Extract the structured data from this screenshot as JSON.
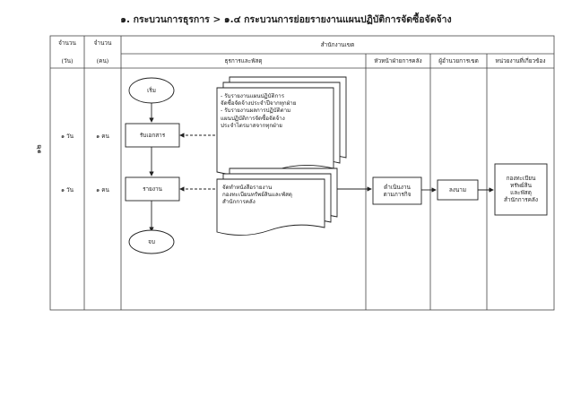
{
  "title": "๑. กระบวนการธุรการ > ๑.๔ กระบวนการย่อยรายงานแผนปฏิบัติการจัดซื้อจัดจ้าง",
  "side_number": "๑๒",
  "headers": {
    "days_line1": "จำนวน",
    "days_line2": "(วัน)",
    "people_line1": "จำนวน",
    "people_line2": "(คน)",
    "office": "สำนักงานเขต",
    "col_admin": "ธุรการและพัสดุ",
    "col_finance_head": "หัวหน้าฝ่ายการคลัง",
    "col_director": "ผู้อำนวยการเขต",
    "col_related": "หน่วยงานที่เกี่ยวข้อง"
  },
  "rows": [
    {
      "days": "๑ วัน",
      "people": "๑ คน"
    },
    {
      "days": "๑ วัน",
      "people": "๑ คน"
    }
  ],
  "flow": {
    "start": "เริ่ม",
    "receive": "รับเอกสาร",
    "report": "รายงาน",
    "end": "จบ",
    "doc1_lines": [
      "- รับรายงานแผนปฏิบัติการ",
      "  จัดซื้อจัดจ้างประจำปีจากทุกฝ่าย",
      "- รับรายงานผลการปฏิบัติตาม",
      "  แผนปฏิบัติการจัดซื้อจัดจ้าง",
      "  ประจำไตรมาสจากทุกฝ่าย"
    ],
    "doc2_lines": [
      "จัดทำหนังสือรายงาน",
      "กองทะเบียนทรัพย์สินและพัสดุ",
      "สำนักการคลัง"
    ],
    "finance_lines": [
      "ดำเนินงาน",
      "ตามภารกิจ"
    ],
    "director": "ลงนาม",
    "related_lines": [
      "กองทะเบียน",
      "ทรัพย์สิน",
      "และพัสดุ",
      "สำนักการคลัง"
    ]
  }
}
